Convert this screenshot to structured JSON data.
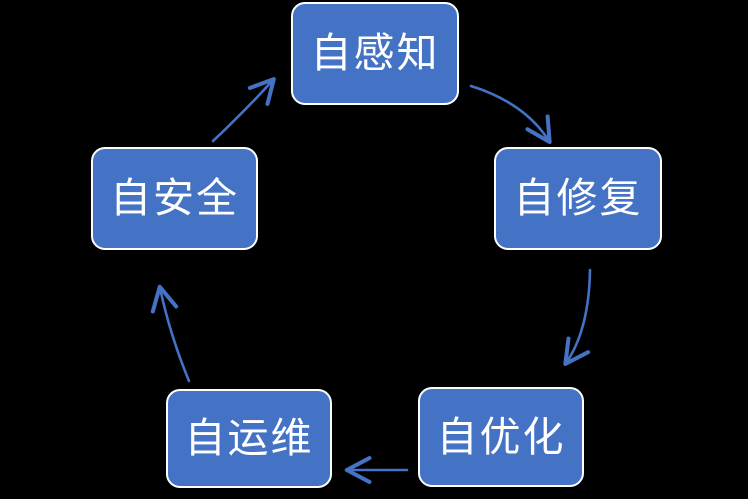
{
  "diagram": {
    "title": "",
    "type": "cycle",
    "background_color": "#000000",
    "node_fill_color": "#4472C4",
    "node_border_color": "#FFFFFF",
    "node_text_color": "#FFFFFF",
    "arrow_color": "#4472C4",
    "nodes": [
      {
        "id": "self-perception",
        "label": "自感知",
        "position": "top"
      },
      {
        "id": "self-repair",
        "label": "自修复",
        "position": "right"
      },
      {
        "id": "self-optimization",
        "label": "自优化",
        "position": "bottom-right"
      },
      {
        "id": "self-operation",
        "label": "自运维",
        "position": "bottom-left"
      },
      {
        "id": "self-security",
        "label": "自安全",
        "position": "left"
      }
    ],
    "arrows": [
      {
        "id": "perception-to-repair",
        "from": "自感知",
        "to": "自修复",
        "style": "curved"
      },
      {
        "id": "repair-to-optimization",
        "from": "自修复",
        "to": "自优化",
        "style": "curved"
      },
      {
        "id": "optimization-to-operation",
        "from": "自优化",
        "to": "自运维",
        "style": "straight"
      },
      {
        "id": "operation-to-security",
        "from": "自运维",
        "to": "自安全",
        "style": "curved"
      },
      {
        "id": "security-to-perception",
        "from": "自安全",
        "to": "自感知",
        "style": "curved"
      }
    ]
  }
}
